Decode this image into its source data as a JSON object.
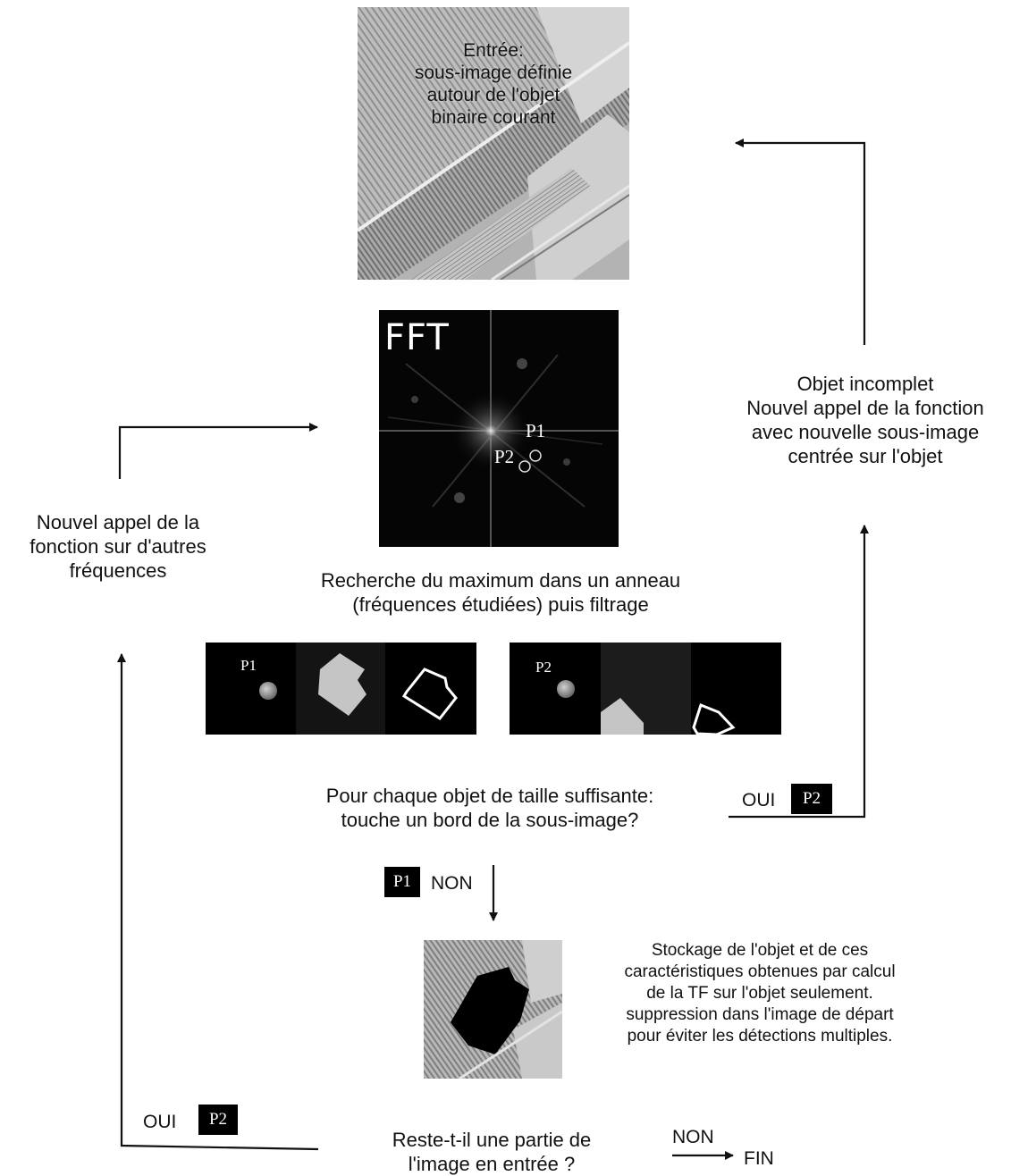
{
  "input": {
    "lines": [
      "Entrée:",
      "sous-image définie",
      "autour de l'objet",
      "binaire courant"
    ]
  },
  "fft": {
    "title": "FFT",
    "p1": "P1",
    "p2": "P2"
  },
  "search": {
    "lines": [
      "Recherche du maximum dans un anneau",
      "(fréquences étudiées) puis filtrage"
    ]
  },
  "strips": {
    "left_label": "P1",
    "right_label": "P2"
  },
  "left_note": {
    "lines": [
      "Nouvel appel de la",
      "fonction sur d'autres",
      "fréquences"
    ]
  },
  "right_note": {
    "lines": [
      "Objet incomplet",
      "Nouvel appel de la fonction",
      "avec nouvelle sous-image",
      "centrée sur l'objet"
    ]
  },
  "question1": {
    "lines": [
      "Pour chaque objet de taille suffisante:",
      "touche un bord de la sous-image?"
    ]
  },
  "oui_top": {
    "label": "OUI",
    "tag": "P2"
  },
  "non_mid": {
    "tag": "P1",
    "label": "NON"
  },
  "storage": {
    "lines": [
      "Stockage de l'objet et de ces",
      "caractéristiques obtenues par calcul",
      "de la TF sur l'objet seulement.",
      "suppression dans l'image de départ",
      "pour éviter les détections multiples."
    ]
  },
  "question2": {
    "lines": [
      "Reste-t-il une partie de",
      "l'image en entrée ?"
    ]
  },
  "oui_bottom": {
    "label": "OUI",
    "tag": "P2"
  },
  "end": {
    "non": "NON",
    "fin": "FIN"
  }
}
